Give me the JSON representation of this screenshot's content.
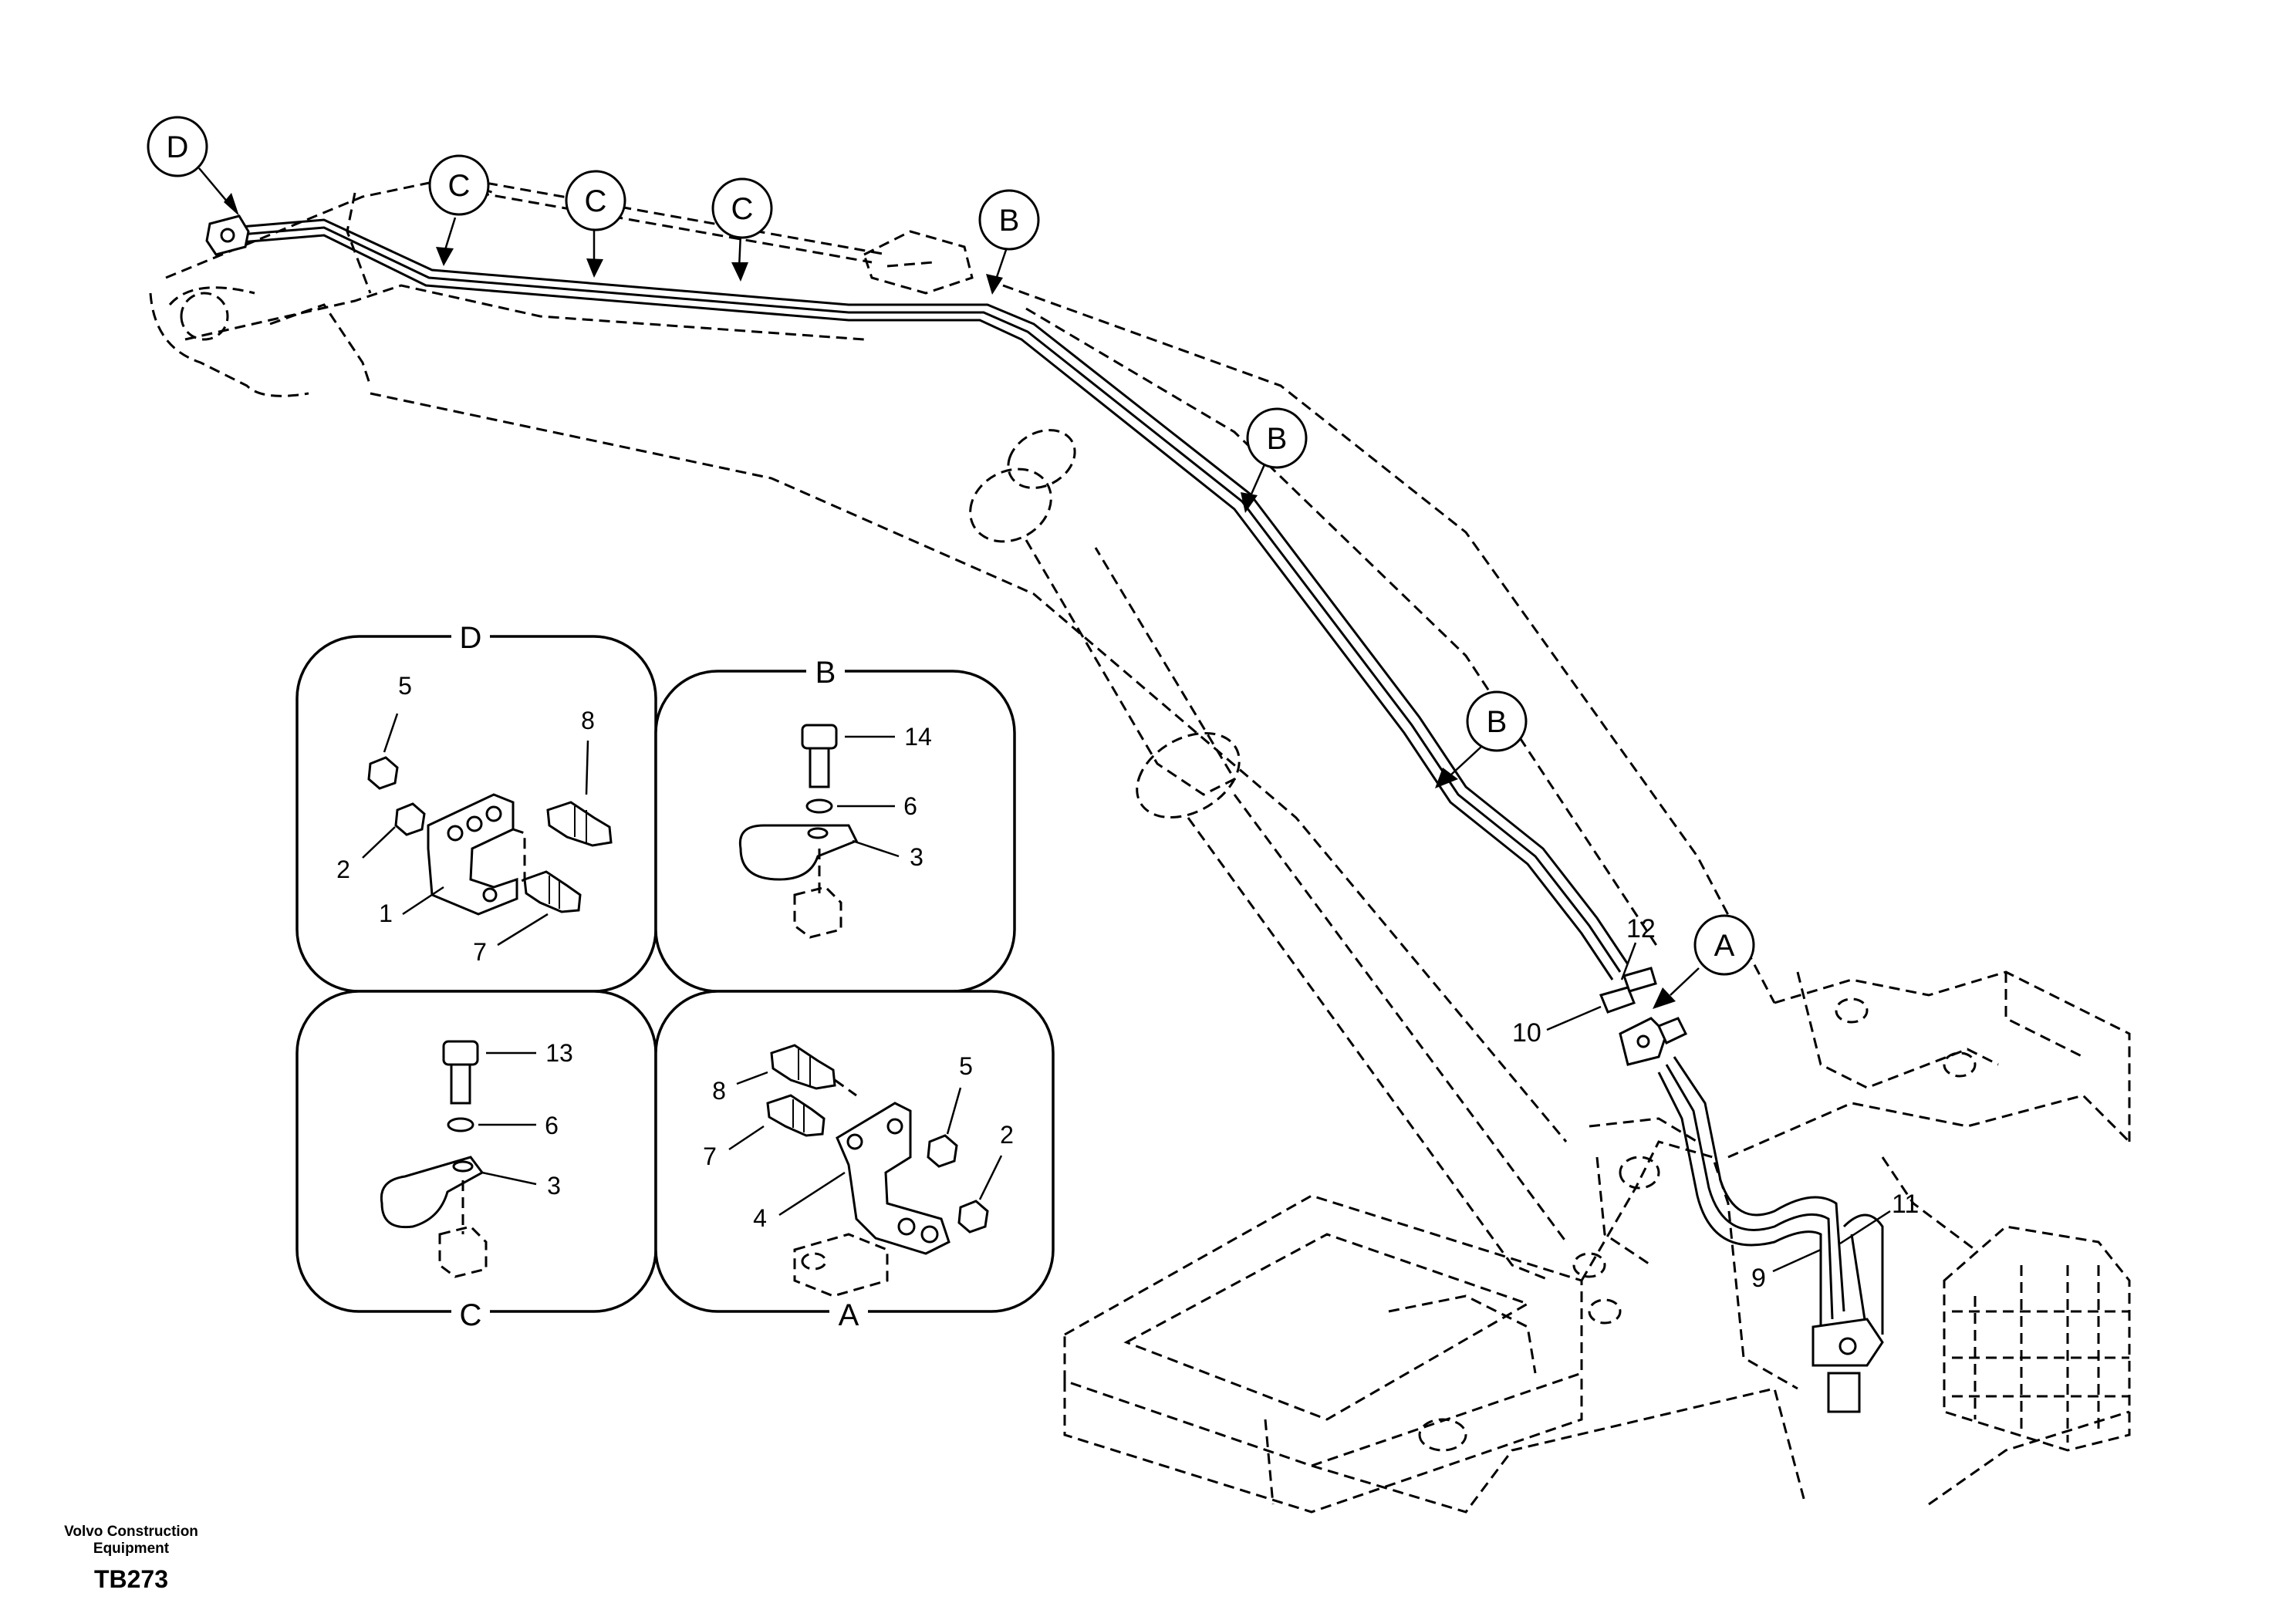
{
  "callouts": {
    "d": "D",
    "c": "C",
    "b": "B",
    "a": "A"
  },
  "panels": {
    "d": {
      "title": "D",
      "labels": {
        "p5": "5",
        "p8": "8",
        "p2": "2",
        "p1": "1",
        "p7": "7"
      }
    },
    "b": {
      "title": "B",
      "labels": {
        "p14": "14",
        "p6": "6",
        "p3": "3"
      }
    },
    "c": {
      "title": "C",
      "labels": {
        "p13": "13",
        "p6": "6",
        "p3": "3"
      }
    },
    "a": {
      "title": "A",
      "labels": {
        "p8": "8",
        "p7": "7",
        "p4": "4",
        "p5": "5",
        "p2": "2"
      }
    }
  },
  "main_labels": {
    "p12": "12",
    "p10": "10",
    "p11": "11",
    "p9": "9"
  },
  "footer": {
    "company_line1": "Volvo Construction",
    "company_line2": "Equipment",
    "code": "TB273"
  }
}
